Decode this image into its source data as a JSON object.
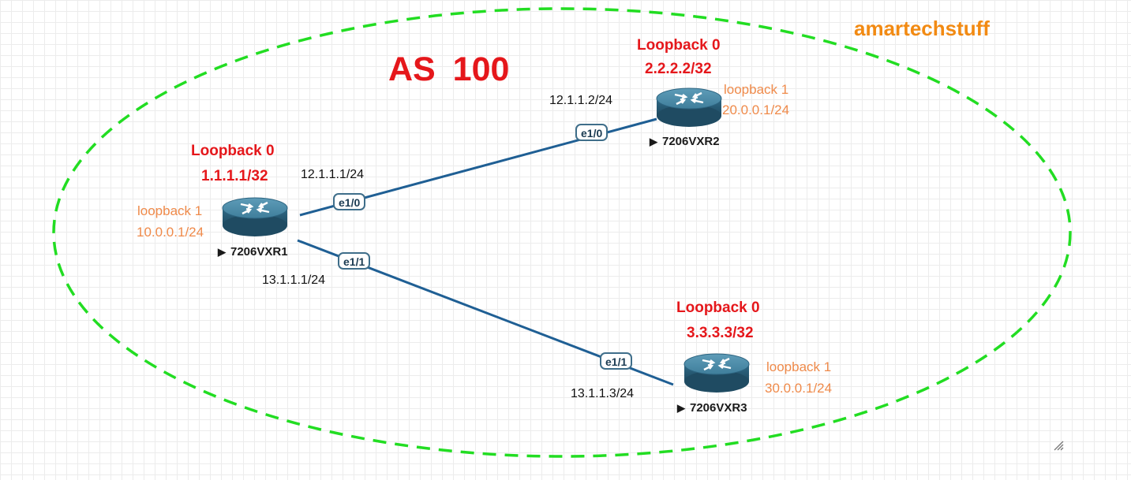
{
  "brand": "amartechstuff",
  "as_label": "AS  100",
  "routers": [
    {
      "name": "7206VXR1",
      "loopback0_label": "Loopback 0",
      "loopback0_ip": "1.1.1.1/32",
      "loopback1_label": "loopback 1",
      "loopback1_ip": "10.0.0.1/24"
    },
    {
      "name": "7206VXR2",
      "loopback0_label": "Loopback 0",
      "loopback0_ip": "2.2.2.2/32",
      "loopback1_label": "loopback 1",
      "loopback1_ip": "20.0.0.1/24"
    },
    {
      "name": "7206VXR3",
      "loopback0_label": "Loopback 0",
      "loopback0_ip": "3.3.3.3/32",
      "loopback1_label": "loopback 1",
      "loopback1_ip": "30.0.0.1/24"
    }
  ],
  "links": [
    {
      "a_iface": "e1/0",
      "a_ip": "12.1.1.1/24",
      "b_iface": "e1/0",
      "b_ip": "12.1.1.2/24"
    },
    {
      "a_iface": "e1/1",
      "a_ip": "13.1.1.1/24",
      "b_iface": "e1/1",
      "b_ip": "13.1.1.3/24"
    }
  ],
  "colors": {
    "as_boundary": "#22dd22",
    "link": "#1f5f94",
    "loopback0": "#e5171b",
    "loopback1": "#ef8a4a",
    "brand": "#f28a12",
    "router_body": "#3d7f9c"
  },
  "icons": {
    "router": "router-icon",
    "node_marker": "play-triangle-icon"
  }
}
